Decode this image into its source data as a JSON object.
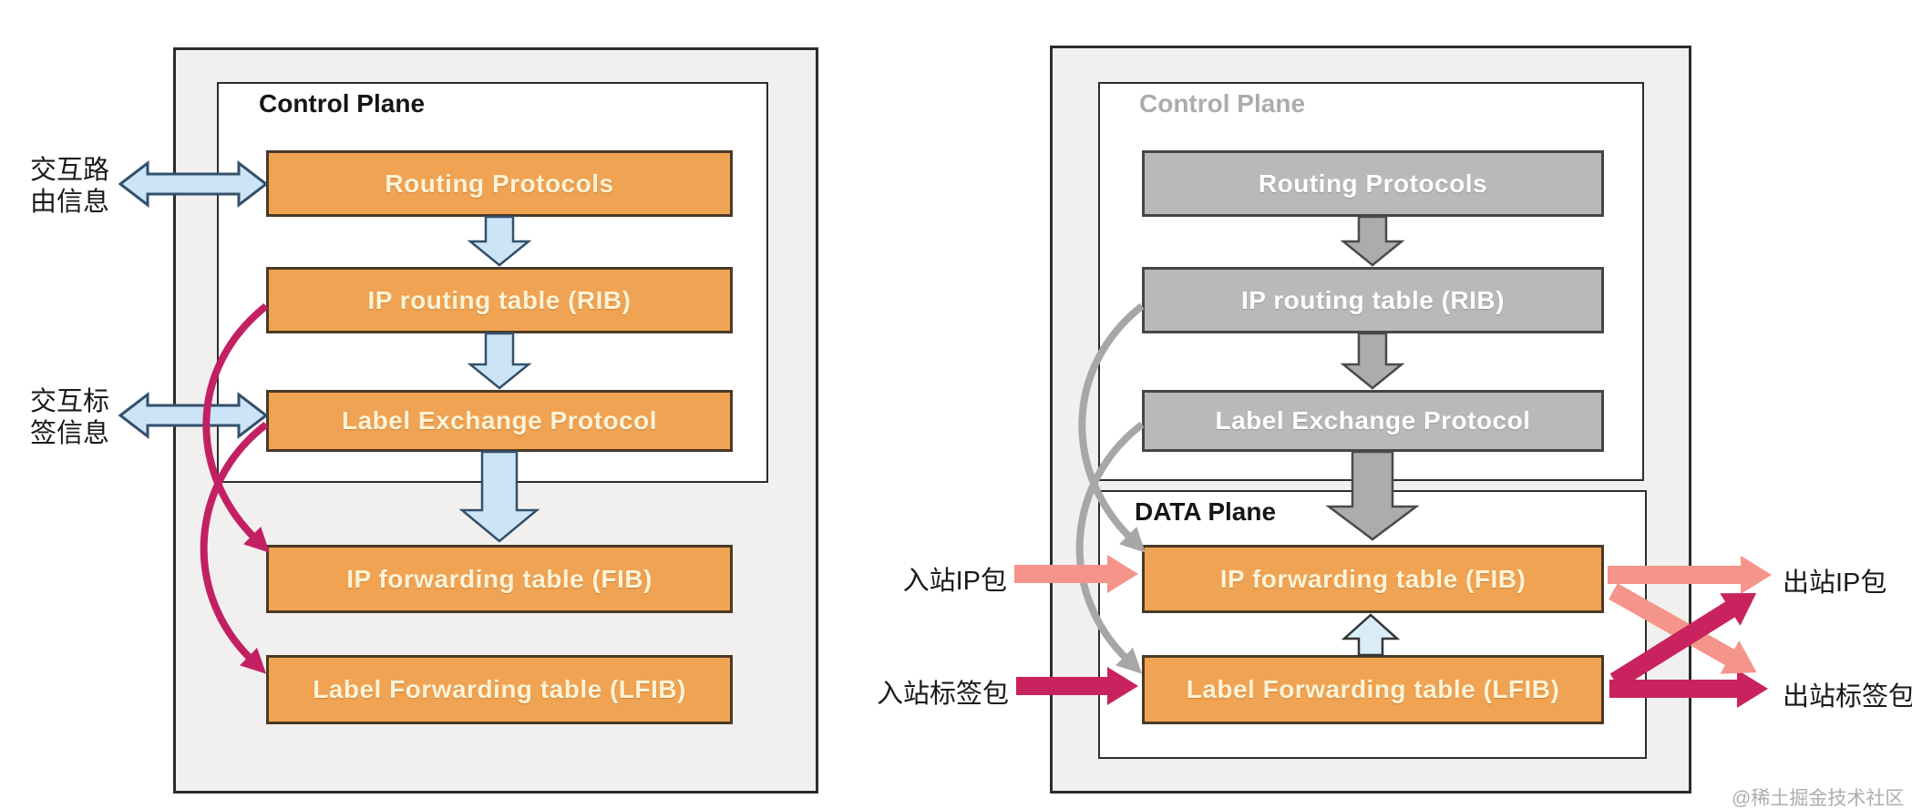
{
  "page": {
    "background": "#ffffff"
  },
  "watermark": {
    "text": "@稀土掘金技术社区",
    "color": "#adadad"
  },
  "left_diagram": {
    "control_plane_label": "Control Plane",
    "boxes": {
      "routing_protocols": "Routing Protocols",
      "rib": "IP routing table (RIB)",
      "label_exchange": "Label Exchange Protocol",
      "fib": "IP forwarding table (FIB)",
      "lfib": "Label Forwarding table (LFIB)"
    },
    "side_labels": {
      "exchange_routing_info": {
        "line1": "交互路",
        "line2": "由信息"
      },
      "exchange_label_info": {
        "line1": "交互标",
        "line2": "签信息"
      }
    }
  },
  "right_diagram": {
    "control_plane_label": "Control Plane",
    "data_plane_label": "DATA Plane",
    "boxes": {
      "routing_protocols": "Routing Protocols",
      "rib": "IP routing table (RIB)",
      "label_exchange": "Label Exchange Protocol",
      "fib": "IP forwarding table (FIB)",
      "lfib": "Label Forwarding table (LFIB)"
    },
    "flow_labels": {
      "inbound_ip": "入站IP包",
      "inbound_label": "入站标签包",
      "outbound_ip": "出站IP包",
      "outbound_label": "出站标签包"
    }
  },
  "colors": {
    "orange_box": "#f0a353",
    "gray_box": "#b9b9b9",
    "blue_arrow": "#cde4f6",
    "gray_arrow": "#acacac",
    "light_blue_up_arrow": "#d9ecf8",
    "salmon_arrow": "#f5948a",
    "crimson_arrow": "#c9235f",
    "pink_curve": "#c32063",
    "gray_curve": "#a8a6a6"
  }
}
